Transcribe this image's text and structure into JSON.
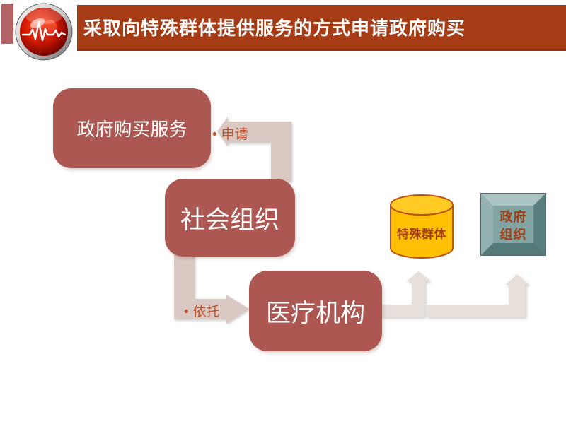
{
  "slide": {
    "title": "采取向特殊群体提供服务的方式申请政府购买",
    "icons": {
      "logo": "heart-ecg-logo"
    },
    "colors": {
      "banner_bg": "#A63C15",
      "banner_border": "#8F3412",
      "accent_bar": "#B36363",
      "box_fill": "#AD5752",
      "box_text": "#FFFFFF",
      "connector_pink": "#DAC8C3",
      "connector_beige": "#E7DFDA",
      "arrow_label_text": "#BF4E26",
      "cylinder_fill": "#FFC003",
      "cylinder_top_fill": "#FFCB24",
      "cylinder_stroke": "#BC500E",
      "cube_face": "#82A5A4",
      "cube_border": "#44706F",
      "shape_label_text": "#A23E12"
    }
  },
  "diagram": {
    "boxes": [
      {
        "id": "gov-purchase-service",
        "label": "政府购买服务"
      },
      {
        "id": "social-organization",
        "label": "社会组织"
      },
      {
        "id": "medical-institution",
        "label": "医疗机构"
      }
    ],
    "connectors": [
      {
        "id": "apply",
        "bullet": "•",
        "label": "申请"
      },
      {
        "id": "rely",
        "bullet": "•",
        "label": "依托"
      }
    ],
    "cylinder": {
      "label": "特殊群体"
    },
    "cube": {
      "label_line1": "政府",
      "label_line2": "组织"
    }
  }
}
